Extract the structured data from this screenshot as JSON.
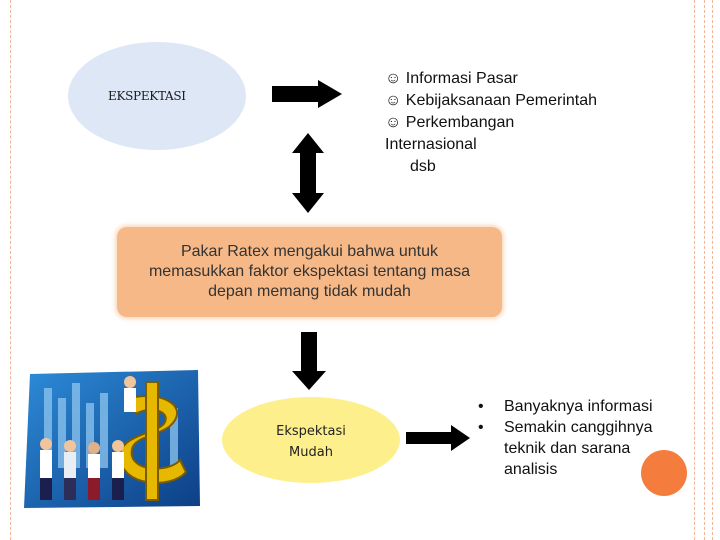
{
  "expectation_ellipse": {
    "label": "EKSPEKTASI"
  },
  "factors": {
    "lines": [
      "☺ Informasi Pasar",
      "☺ Kebijaksanaan Pemerintah",
      "☺ Perkembangan",
      "Internasional",
      "dsb"
    ]
  },
  "center_box": {
    "lines": [
      "Pakar Ratex mengakui bahwa untuk",
      "memasukkan faktor ekspektasi tentang masa",
      "depan memang tidak mudah"
    ]
  },
  "easy_ellipse": {
    "lines": [
      "Ekspektasi",
      "Mudah"
    ]
  },
  "reasons": {
    "bullet": "•",
    "items": [
      [
        "Banyaknya informasi"
      ],
      [
        "Semakin canggihnya",
        "teknik dan sarana",
        "analisis"
      ]
    ]
  },
  "colors": {
    "ellipse_blue": "#dde7f5",
    "box_orange": "#f6b887",
    "ellipse_yellow": "#fdf08c",
    "accent_orange": "#f47d3d",
    "arrow": "#000000"
  },
  "icons": {
    "arrow_right": "arrow-right-icon",
    "arrow_updown": "double-arrow-vertical-icon",
    "arrow_down": "arrow-down-icon",
    "clipart": "business-people-dollar-sign-clipart"
  }
}
